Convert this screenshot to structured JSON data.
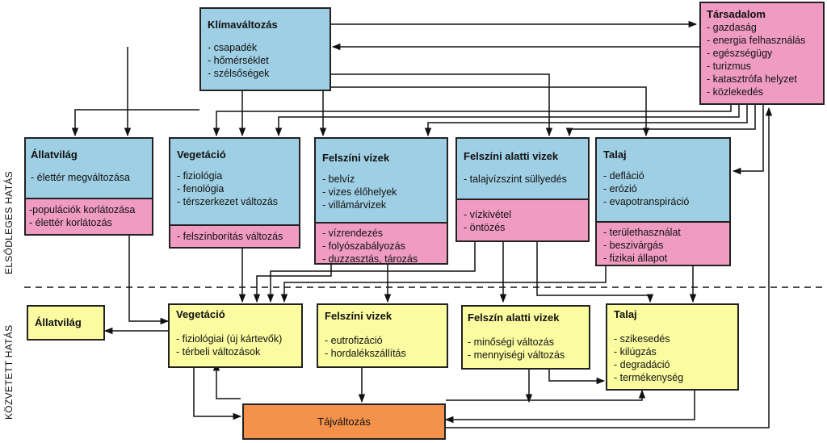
{
  "side_labels": {
    "primary": "ELSŐDLEGES HATÁS",
    "secondary": "KÖZVETETT HATÁS"
  },
  "top": {
    "klima": {
      "title": "Klímaváltozás",
      "items": [
        "- csapadék",
        "- hőmérséklet",
        "- szélsőségek"
      ]
    },
    "tarsadalom": {
      "title": "Társadalom",
      "items": [
        "- gazdaság",
        "- energia felhasználás",
        "- egészségügy",
        "- turizmus",
        "- katasztrófa helyzet",
        "- közlekedés"
      ]
    }
  },
  "primary": {
    "allatvilag": {
      "title": "Állatvilág",
      "blue": [
        "- élettér megváltozása"
      ],
      "pink": [
        "-populációk korlátozása",
        "- élettér korlátozás"
      ]
    },
    "vegetacio": {
      "title": "Vegetáció",
      "blue": [
        "- fiziológia",
        "- fenológia",
        "- térszerkezet változás"
      ],
      "pink": [
        "- felszínborítás változás"
      ]
    },
    "felszini": {
      "title": "Felszíni vizek",
      "blue": [
        "- belvíz",
        "- vizes élőhelyek",
        "- villámárvizek"
      ],
      "pink": [
        "- vízrendezés",
        "- folyószabályozás",
        "- duzzasztás, tározás"
      ]
    },
    "felszin_alatti": {
      "title": "Felszíni alatti vizek",
      "blue": [
        "- talajvízszint süllyedés"
      ],
      "pink": [
        "- vízkivétel",
        "- öntözés"
      ]
    },
    "talaj": {
      "title": "Talaj",
      "blue": [
        "- defláció",
        "- erózió",
        "- evapotranspiráció"
      ],
      "pink": [
        "- területhasználat",
        "- beszivárgás",
        "- fizikai állapot"
      ]
    }
  },
  "secondary": {
    "allatvilag": {
      "title": "Állatvilág"
    },
    "vegetacio": {
      "title": "Vegetáció",
      "items": [
        "- fiziológiai (új kártevők)",
        "- térbeli változások"
      ]
    },
    "felszini": {
      "title": "Felszíni vizek",
      "items": [
        "- eutrofizáció",
        "- hordalékszállítás"
      ]
    },
    "felszin_alatti": {
      "title": "Felszín alatti vizek",
      "items": [
        "- minőségi változás",
        "- mennyiségi változás"
      ]
    },
    "talaj": {
      "title": "Talaj",
      "items": [
        "- szikesedés",
        "- kilúgzás",
        "- degradáció",
        "- termékenység"
      ]
    }
  },
  "bottom": {
    "tajvaltozas": "Tájváltozás"
  }
}
